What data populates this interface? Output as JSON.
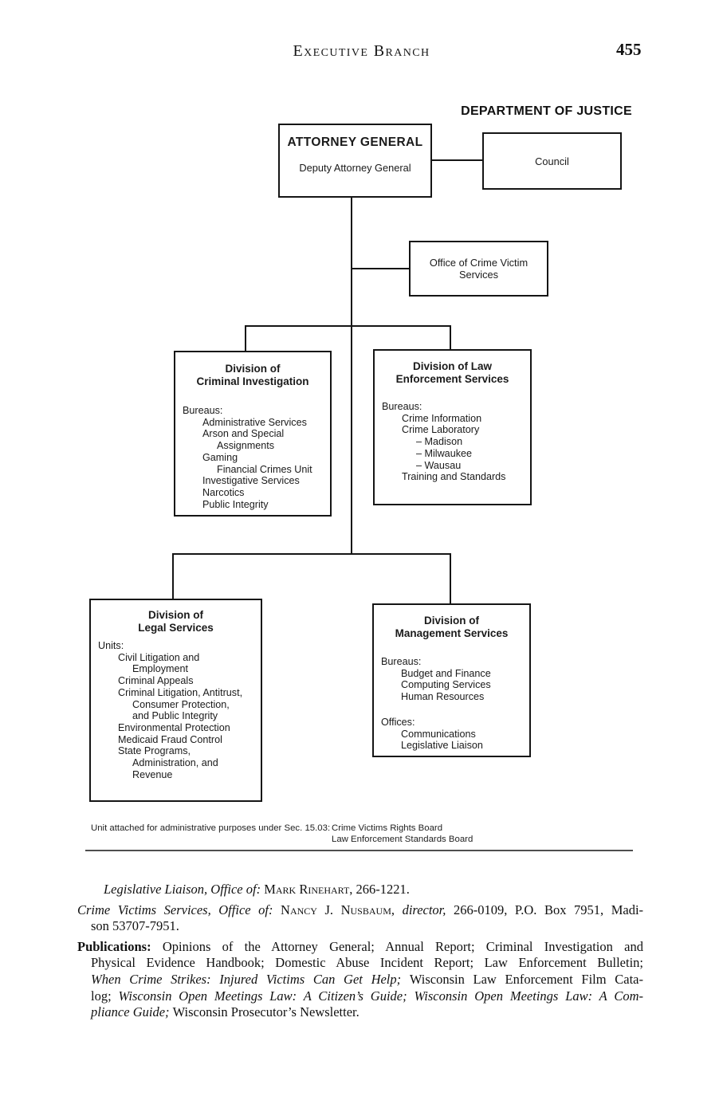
{
  "header": {
    "running_title": "Executive Branch",
    "page_number": "455"
  },
  "chart": {
    "title": "DEPARTMENT OF JUSTICE",
    "attorney_general": {
      "title": "ATTORNEY GENERAL",
      "subtitle": "Deputy Attorney General"
    },
    "council": {
      "label": "Council"
    },
    "crime_victim_office": {
      "line1": "Office of Crime Victim",
      "line2": "Services"
    },
    "criminal_investigation": {
      "title1": "Division of",
      "title2": "Criminal Investigation",
      "list_label": "Bureaus:",
      "items": [
        {
          "text": "Administrative Services",
          "indent": 1
        },
        {
          "text": "Arson and Special",
          "indent": 1
        },
        {
          "text": "Assignments",
          "indent": 2
        },
        {
          "text": "Gaming",
          "indent": 1
        },
        {
          "text": "Financial Crimes Unit",
          "indent": 2
        },
        {
          "text": "Investigative Services",
          "indent": 1
        },
        {
          "text": "Narcotics",
          "indent": 1
        },
        {
          "text": "Public Integrity",
          "indent": 1
        }
      ]
    },
    "law_enforcement": {
      "title1": "Division of Law",
      "title2": "Enforcement Services",
      "list_label": "Bureaus:",
      "items": [
        {
          "text": "Crime Information",
          "indent": 1
        },
        {
          "text": "Crime Laboratory",
          "indent": 1
        },
        {
          "text": "– Madison",
          "indent": 2
        },
        {
          "text": "– Milwaukee",
          "indent": 2
        },
        {
          "text": "– Wausau",
          "indent": 2
        },
        {
          "text": "Training and Standards",
          "indent": 1
        }
      ]
    },
    "legal_services": {
      "title1": "Division of",
      "title2": "Legal Services",
      "list_label": "Units:",
      "items": [
        {
          "text": "Civil Litigation and",
          "indent": 1
        },
        {
          "text": "Employment",
          "indent": 2
        },
        {
          "text": "Criminal Appeals",
          "indent": 1
        },
        {
          "text": "Criminal Litigation, Antitrust,",
          "indent": 1
        },
        {
          "text": "Consumer Protection,",
          "indent": 2
        },
        {
          "text": "and Public Integrity",
          "indent": 2
        },
        {
          "text": "Environmental Protection",
          "indent": 1
        },
        {
          "text": "Medicaid Fraud Control",
          "indent": 1
        },
        {
          "text": "State Programs,",
          "indent": 1
        },
        {
          "text": "Administration, and",
          "indent": 2
        },
        {
          "text": "Revenue",
          "indent": 2
        }
      ]
    },
    "management_services": {
      "title1": "Division of",
      "title2": "Management Services",
      "bureaus_label": "Bureaus:",
      "bureaus": [
        {
          "text": "Budget and Finance",
          "indent": 1
        },
        {
          "text": "Computing Services",
          "indent": 1
        },
        {
          "text": "Human Resources",
          "indent": 1
        }
      ],
      "offices_label": "Offices:",
      "offices": [
        {
          "text": "Communications",
          "indent": 1
        },
        {
          "text": "Legislative Liaison",
          "indent": 1
        }
      ]
    }
  },
  "footnote": {
    "label": "Unit attached for administrative purposes under Sec. 15.03:",
    "boards": [
      "Crime Victims Rights Board",
      "Law Enforcement Standards Board"
    ]
  },
  "paragraphs": [
    {
      "lines": [
        {
          "justify": false,
          "lead": true,
          "segments": [
            {
              "style": "italic",
              "text": "Legislative Liaison, Office of: "
            },
            {
              "style": "smallcaps",
              "text": "Mark Rinehart"
            },
            {
              "style": "roman",
              "text": ", 266-1221."
            }
          ]
        }
      ]
    },
    {
      "lines": [
        {
          "justify": true,
          "segments": [
            {
              "style": "italic",
              "text": "Crime Victims Services, Office of: "
            },
            {
              "style": "smallcaps",
              "text": "Nancy J. Nusbaum"
            },
            {
              "style": "roman",
              "text": ", "
            },
            {
              "style": "italic",
              "text": "director, "
            },
            {
              "style": "roman",
              "text": "266-0109, P.O. Box 7951, Madi-"
            }
          ]
        },
        {
          "justify": false,
          "indent": true,
          "segments": [
            {
              "style": "roman",
              "text": "son 53707-7951."
            }
          ]
        }
      ]
    },
    {
      "lines": [
        {
          "justify": true,
          "segments": [
            {
              "style": "bold",
              "text": "Publications: "
            },
            {
              "style": "roman",
              "text": "Opinions of the Attorney General; Annual Report; Criminal Investigation and"
            }
          ]
        },
        {
          "justify": true,
          "indent": true,
          "segments": [
            {
              "style": "roman",
              "text": "Physical Evidence Handbook; Domestic Abuse Incident Report; Law Enforcement Bulletin;"
            }
          ]
        },
        {
          "justify": true,
          "indent": true,
          "segments": [
            {
              "style": "italic",
              "text": "When Crime Strikes: Injured Victims Can Get Help; "
            },
            {
              "style": "roman",
              "text": "Wisconsin Law Enforcement Film Cata-"
            }
          ]
        },
        {
          "justify": true,
          "indent": true,
          "segments": [
            {
              "style": "roman",
              "text": "log; "
            },
            {
              "style": "italic",
              "text": "Wisconsin Open Meetings Law: A Citizen’s Guide; Wisconsin Open Meetings Law: A Com-"
            }
          ]
        },
        {
          "justify": false,
          "indent": true,
          "segments": [
            {
              "style": "italic",
              "text": "pliance Guide; "
            },
            {
              "style": "roman",
              "text": "Wisconsin Prosecutor’s Newsletter."
            }
          ]
        }
      ]
    }
  ]
}
